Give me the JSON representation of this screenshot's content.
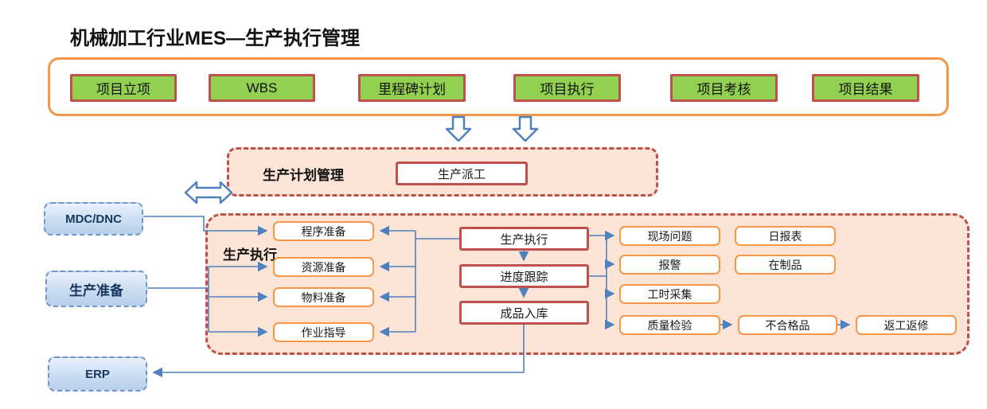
{
  "title": "机械加工行业MES—生产执行管理",
  "colors": {
    "green_fill": "#92D050",
    "red_border": "#C0504D",
    "orange_border": "#F79646",
    "peach_fill": "#FCE4D6",
    "blue_line": "#4F81BD",
    "ext_text": "#17375E"
  },
  "project_bar": {
    "items": [
      {
        "label": "项目立项"
      },
      {
        "label": "WBS"
      },
      {
        "label": "里程碑计划"
      },
      {
        "label": "项目执行"
      },
      {
        "label": "项目考核"
      },
      {
        "label": "项目结果"
      }
    ]
  },
  "plan_section": {
    "label": "生产计划管理",
    "dispatch_label": "生产派工"
  },
  "exec_section": {
    "label": "生产执行",
    "prep_items": [
      {
        "label": "程序准备"
      },
      {
        "label": "资源准备"
      },
      {
        "label": "物料准备"
      },
      {
        "label": "作业指导"
      }
    ],
    "flow_items": [
      {
        "label": "生产执行"
      },
      {
        "label": "进度跟踪"
      },
      {
        "label": "成品入库"
      }
    ],
    "monitor_items": [
      {
        "label": "现场问题"
      },
      {
        "label": "报警"
      },
      {
        "label": "工时采集"
      },
      {
        "label": "质量检验"
      }
    ],
    "report_items": [
      {
        "label": "日报表"
      },
      {
        "label": "在制品"
      }
    ],
    "quality_chain": [
      {
        "label": "不合格品"
      },
      {
        "label": "返工返修"
      }
    ]
  },
  "external_systems": [
    {
      "label": "MDC/DNC"
    },
    {
      "label": "生产准备"
    },
    {
      "label": "ERP"
    }
  ]
}
